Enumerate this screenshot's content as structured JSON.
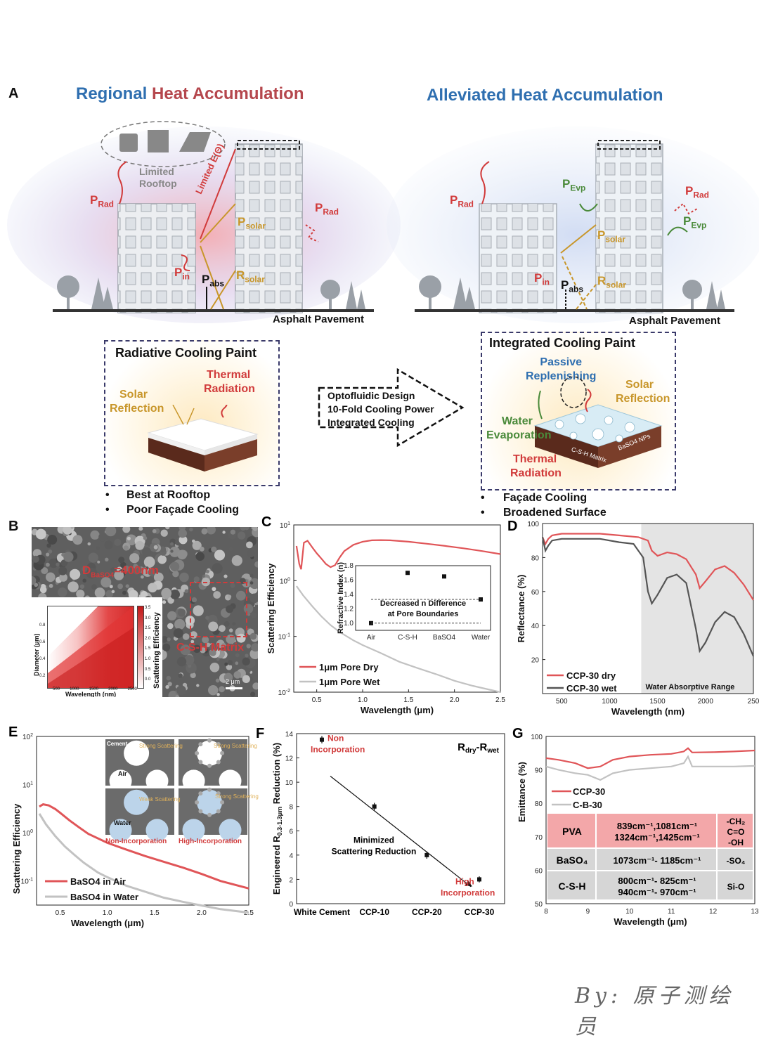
{
  "panelA": {
    "label": "A",
    "left_title": [
      "Regional ",
      "Heat Accumulation"
    ],
    "right_title": "Alleviated Heat Accumulation",
    "left": {
      "limited_rooftop": [
        "Limited",
        "Rooftop"
      ],
      "limited_e": "Limited E(Θ)",
      "p_rad": [
        "P",
        "Rad"
      ],
      "p_rad2": [
        "P",
        "Rad"
      ],
      "p_solar": [
        "P",
        "solar"
      ],
      "r_solar": [
        "R",
        "solar"
      ],
      "p_in": [
        "P",
        "in"
      ],
      "p_abs": [
        "P",
        "abs"
      ],
      "pavement": "Asphalt Pavement"
    },
    "right": {
      "p_rad": [
        "P",
        "Rad"
      ],
      "p_rad2": [
        "P",
        "Rad"
      ],
      "p_evp": [
        "P",
        "Evp"
      ],
      "p_evp2": [
        "P",
        "Evp"
      ],
      "p_solar": [
        "P",
        "solar"
      ],
      "r_solar": [
        "R",
        "solar"
      ],
      "p_in": [
        "P",
        "in"
      ],
      "p_abs": [
        "P",
        "abs"
      ],
      "pavement": "Asphalt Pavement"
    },
    "rc_paint": {
      "title": "Radiative Cooling Paint",
      "solar": [
        "Solar",
        "Reflection"
      ],
      "thermal": [
        "Thermal",
        "Radiation"
      ],
      "bullets": [
        "Best at Rooftop",
        "Poor Façade Cooling"
      ]
    },
    "arrow_text": [
      "Optofluidic Design",
      "10-Fold Cooling Power",
      "Integrated Cooling"
    ],
    "ic_paint": {
      "title": "Integrated Cooling Paint",
      "passive": [
        "Passive",
        "Replenishing"
      ],
      "solar": [
        "Solar",
        "Reflection"
      ],
      "water": [
        "Water",
        "Evaporation"
      ],
      "thermal": [
        "Thermal",
        "Radiation"
      ],
      "matrix": "C-S-H Matrix",
      "nps": "BaSO4 NPs",
      "bullets": [
        "Façade Cooling",
        "Broadened Surface"
      ]
    }
  },
  "panelB": {
    "label": "B",
    "d_label": "D",
    "d_sub": "BaSO4",
    "d_value": "=400nm",
    "matrix_label": "C-S-H Matrix",
    "scale": "2 μm",
    "inset_ylabel": "Diameter (μm)",
    "inset_xlabel": "Wavelength (nm)",
    "inset_cbar_label": "Scattering Efficiency",
    "inset_yticks": [
      "0.8",
      "0.6",
      "0.4",
      "0.2"
    ],
    "inset_xticks": [
      "500",
      "1000",
      "1500",
      "2000",
      "2500"
    ],
    "inset_cticks": [
      "3.5",
      "3.0",
      "2.5",
      "2.0",
      "1.5",
      "1.0",
      "0.5",
      "0.0"
    ]
  },
  "chart_data": [
    {
      "id": "C",
      "type": "line",
      "xlabel": "Wavelength (μm)",
      "ylabel": "Scattering Efficiency",
      "xlim": [
        0.25,
        2.5
      ],
      "ylim_log10": [
        -2,
        1
      ],
      "xticks": [
        "0.5",
        "1.0",
        "1.5",
        "2.0",
        "2.5"
      ],
      "yticks": [
        "10",
        "10",
        "10",
        "10"
      ],
      "ytick_exp": [
        "-2",
        "-1",
        "0",
        "1"
      ],
      "series": [
        {
          "name": "1μm Pore Dry",
          "color": "#e05558",
          "x": [
            0.28,
            0.31,
            0.33,
            0.36,
            0.4,
            0.45,
            0.5,
            0.55,
            0.6,
            0.65,
            0.7,
            0.75,
            0.8,
            0.9,
            1.0,
            1.1,
            1.2,
            1.3,
            1.5,
            1.7,
            1.9,
            2.1,
            2.3,
            2.5
          ],
          "y": [
            4.2,
            2.0,
            1.6,
            4.8,
            5.2,
            4.0,
            3.1,
            2.5,
            2.0,
            1.75,
            1.9,
            2.6,
            3.4,
            4.4,
            5.0,
            5.3,
            5.35,
            5.3,
            5.0,
            4.6,
            4.2,
            3.8,
            3.4,
            3.0
          ]
        },
        {
          "name": "1μm Pore Wet",
          "color": "#c2c2c2",
          "x": [
            0.28,
            0.35,
            0.45,
            0.55,
            0.65,
            0.75,
            0.9,
            1.0,
            1.2,
            1.4,
            1.6,
            1.8,
            2.0,
            2.2,
            2.5
          ],
          "y": [
            0.8,
            0.55,
            0.35,
            0.23,
            0.16,
            0.12,
            0.085,
            0.07,
            0.05,
            0.035,
            0.027,
            0.021,
            0.016,
            0.013,
            0.01
          ]
        }
      ],
      "inset": {
        "ylabel": "Refractive Index (n)",
        "categories": [
          "Air",
          "C-S-H",
          "BaSO4",
          "Water"
        ],
        "values": [
          1.0,
          1.7,
          1.65,
          1.33
        ],
        "ylim": [
          0.9,
          1.8
        ],
        "yticks": [
          "1.0",
          "1.2",
          "1.4",
          "1.6",
          "1.8"
        ],
        "note": [
          "Decreased n Difference",
          "at Pore Boundaries"
        ]
      }
    },
    {
      "id": "D",
      "type": "line",
      "xlabel": "Wavelength (nm)",
      "ylabel": "Reflectance (%)",
      "xlim": [
        300,
        2500
      ],
      "ylim": [
        0,
        100
      ],
      "xticks": [
        "500",
        "1000",
        "1500",
        "2000",
        "250"
      ],
      "yticks": [
        "20",
        "40",
        "60",
        "80",
        "100"
      ],
      "shade_from": 1330,
      "shade_label": "Water Absorptive Range",
      "series": [
        {
          "name": "CCP-30 dry",
          "color": "#e05558",
          "x": [
            300,
            330,
            360,
            400,
            500,
            700,
            900,
            1100,
            1300,
            1400,
            1440,
            1500,
            1600,
            1700,
            1800,
            1900,
            1940,
            2000,
            2100,
            2200,
            2300,
            2400,
            2500
          ],
          "y": [
            92,
            88,
            91,
            93,
            94,
            94,
            94,
            93,
            92,
            90,
            84,
            81,
            83,
            82,
            79,
            70,
            62,
            66,
            73,
            75,
            71,
            64,
            55
          ]
        },
        {
          "name": "CCP-30 wet",
          "color": "#555555",
          "x": [
            300,
            330,
            360,
            400,
            500,
            700,
            900,
            1100,
            1250,
            1350,
            1400,
            1440,
            1500,
            1600,
            1700,
            1800,
            1900,
            1940,
            2000,
            2100,
            2200,
            2300,
            2400,
            2500
          ],
          "y": [
            92,
            84,
            87,
            90,
            91,
            91,
            91,
            89,
            88,
            80,
            60,
            53,
            58,
            68,
            70,
            65,
            38,
            25,
            30,
            42,
            48,
            45,
            35,
            22
          ]
        }
      ]
    },
    {
      "id": "E",
      "type": "line",
      "xlabel": "Wavelength (μm)",
      "ylabel": "Scattering Efficiency",
      "xlim": [
        0.25,
        2.5
      ],
      "ylim_log10": [
        -1.5,
        2
      ],
      "xticks": [
        "0.5",
        "1.0",
        "1.5",
        "2.0",
        "2.5"
      ],
      "yticks": [
        "10",
        "10",
        "10",
        "10"
      ],
      "ytick_exp": [
        "-1",
        "0",
        "1",
        "2"
      ],
      "series": [
        {
          "name": "BaSO4 in Air",
          "color": "#e05558",
          "x": [
            0.28,
            0.32,
            0.38,
            0.45,
            0.5,
            0.6,
            0.7,
            0.8,
            1.0,
            1.2,
            1.4,
            1.6,
            1.8,
            2.0,
            2.2,
            2.5
          ],
          "y": [
            3.5,
            3.9,
            3.7,
            3.1,
            2.6,
            1.8,
            1.3,
            0.95,
            0.62,
            0.45,
            0.33,
            0.25,
            0.19,
            0.14,
            0.1,
            0.07
          ]
        },
        {
          "name": "BaSO4 in Water",
          "color": "#c2c2c2",
          "x": [
            0.28,
            0.35,
            0.45,
            0.55,
            0.65,
            0.75,
            0.9,
            1.0,
            1.2,
            1.4,
            1.6,
            1.8,
            2.0,
            2.2,
            2.5
          ],
          "y": [
            2.5,
            1.5,
            0.85,
            0.52,
            0.35,
            0.24,
            0.15,
            0.12,
            0.08,
            0.06,
            0.045,
            0.037,
            0.031,
            0.026,
            0.022
          ]
        }
      ],
      "inset_labels": [
        "Cement",
        "Strong Scattering",
        "Strong Scattering",
        "Air",
        "Weak Scattering",
        "Strong Scattering",
        "Water",
        "Non-Incorporation",
        "High-Incorporation"
      ]
    },
    {
      "id": "F",
      "type": "scatter",
      "title": [
        "R",
        "dry",
        "-R",
        "wet"
      ],
      "ylabel": [
        "Engineered R",
        "0.3-1.3μm",
        " Reduction (%)"
      ],
      "categories": [
        "White Cement",
        "CCP-10",
        "CCP-20",
        "CCP-30"
      ],
      "values": [
        13.5,
        8.0,
        4.0,
        2.0
      ],
      "errors": [
        0.3,
        0.3,
        0.3,
        0.25
      ],
      "ylim": [
        0,
        14
      ],
      "yticks": [
        "0",
        "2",
        "4",
        "6",
        "8",
        "10",
        "12",
        "14"
      ],
      "annotations": {
        "non": [
          "Non",
          "Incorporation"
        ],
        "min": [
          "Minimized",
          "Scattering Reduction"
        ],
        "high": [
          "High",
          "Incorporation"
        ]
      }
    },
    {
      "id": "G",
      "type": "line",
      "xlabel": "Wavelength (μm)",
      "ylabel": "Emittance (%)",
      "xlim": [
        8,
        13
      ],
      "ylim": [
        50,
        100
      ],
      "xticks": [
        "8",
        "9",
        "10",
        "11",
        "12",
        "13"
      ],
      "yticks": [
        "50",
        "60",
        "70",
        "80",
        "90",
        "100"
      ],
      "series": [
        {
          "name": "CCP-30",
          "color": "#e05558",
          "x": [
            8.0,
            8.3,
            8.7,
            9.0,
            9.3,
            9.6,
            10.0,
            10.5,
            11.0,
            11.3,
            11.4,
            11.5,
            12.0,
            12.5,
            13.0
          ],
          "y": [
            93.5,
            93,
            92,
            90.5,
            91,
            93,
            94,
            94.5,
            94.8,
            95.5,
            96.5,
            95.2,
            95.3,
            95.5,
            95.8
          ]
        },
        {
          "name": "C-B-30",
          "color": "#c2c2c2",
          "x": [
            8.0,
            8.3,
            8.7,
            9.0,
            9.3,
            9.6,
            10.0,
            10.5,
            11.0,
            11.3,
            11.4,
            11.5,
            12.0,
            12.5,
            13.0
          ],
          "y": [
            91,
            90,
            89,
            88.5,
            87,
            89,
            90,
            90.5,
            91,
            92,
            94,
            91,
            91,
            91,
            91.2
          ]
        }
      ],
      "table": [
        {
          "name": "PVA",
          "bands": [
            "839cm⁻¹,1081cm⁻¹",
            "1324cm⁻¹,1425cm⁻¹"
          ],
          "groups": [
            "-CH₂",
            "C=O",
            "-OH"
          ],
          "hl": true
        },
        {
          "name": "BaSO₄",
          "bands": [
            "1073cm⁻¹- 1185cm⁻¹"
          ],
          "groups": [
            "-SO₄"
          ],
          "hl": false
        },
        {
          "name": "C-S-H",
          "bands": [
            "800cm⁻¹- 825cm⁻¹",
            "940cm⁻¹- 970cm⁻¹"
          ],
          "groups": [
            "Si-O"
          ],
          "hl": false
        }
      ]
    }
  ],
  "signature": "By: 原子测绘员",
  "colors": {
    "red": "#e05558",
    "gray": "#c2c2c2",
    "dark": "#555555",
    "blue": "#2f6fb0",
    "gold": "#c8962a",
    "green": "#4a8a3a"
  }
}
